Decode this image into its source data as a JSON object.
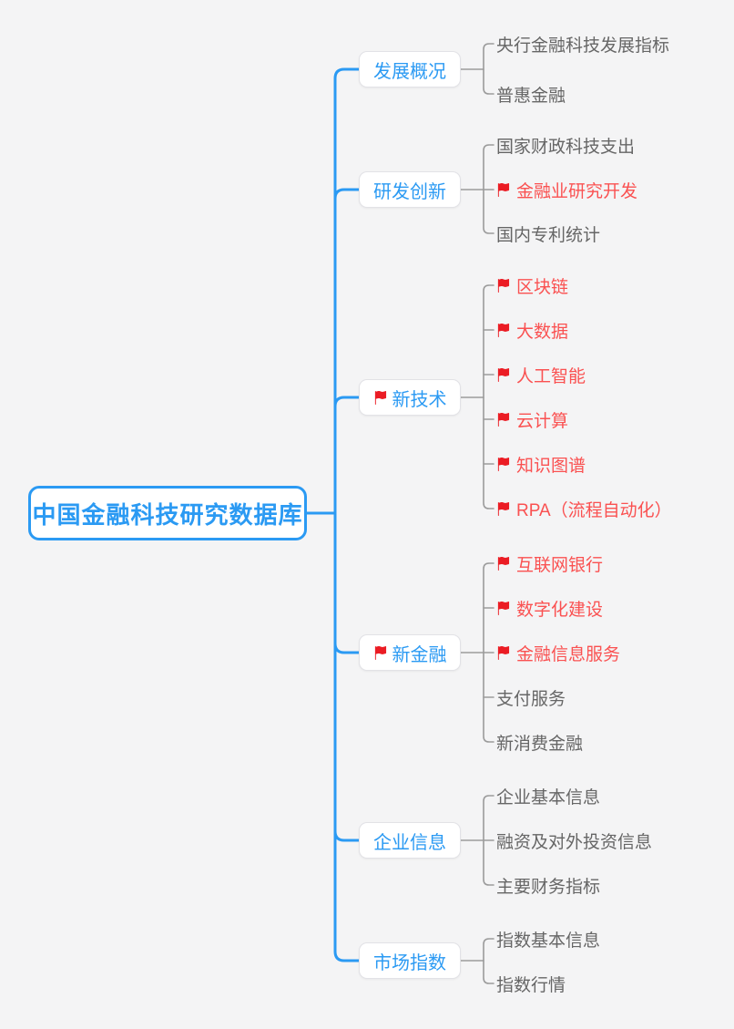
{
  "colors": {
    "background": "#f4f4f5",
    "accent_blue": "#2b9af3",
    "connector_gray": "#9b9b9b",
    "leaf_text_gray": "#666666",
    "flagged_text_red": "#fa5151",
    "flag_icon_red": "#eb1c24",
    "node_fill": "#ffffff",
    "node_border": "#e2e2e6"
  },
  "root": {
    "label": "中国金融科技研究数据库"
  },
  "branches": [
    {
      "label": "发展概况",
      "flagged": false,
      "children": [
        {
          "label": "央行金融科技发展指标",
          "flagged": false
        },
        {
          "label": "普惠金融",
          "flagged": false
        }
      ]
    },
    {
      "label": "研发创新",
      "flagged": false,
      "children": [
        {
          "label": "国家财政科技支出",
          "flagged": false
        },
        {
          "label": "金融业研究开发",
          "flagged": true
        },
        {
          "label": "国内专利统计",
          "flagged": false
        }
      ]
    },
    {
      "label": "新技术",
      "flagged": true,
      "children": [
        {
          "label": "区块链",
          "flagged": true
        },
        {
          "label": "大数据",
          "flagged": true
        },
        {
          "label": "人工智能",
          "flagged": true
        },
        {
          "label": "云计算",
          "flagged": true
        },
        {
          "label": "知识图谱",
          "flagged": true
        },
        {
          "label": "RPA（流程自动化）",
          "flagged": true
        }
      ]
    },
    {
      "label": "新金融",
      "flagged": true,
      "children": [
        {
          "label": "互联网银行",
          "flagged": true
        },
        {
          "label": "数字化建设",
          "flagged": true
        },
        {
          "label": "金融信息服务",
          "flagged": true
        },
        {
          "label": "支付服务",
          "flagged": false
        },
        {
          "label": "新消费金融",
          "flagged": false
        }
      ]
    },
    {
      "label": "企业信息",
      "flagged": false,
      "children": [
        {
          "label": "企业基本信息",
          "flagged": false
        },
        {
          "label": "融资及对外投资信息",
          "flagged": false
        },
        {
          "label": "主要财务指标",
          "flagged": false
        }
      ]
    },
    {
      "label": "市场指数",
      "flagged": false,
      "children": [
        {
          "label": "指数基本信息",
          "flagged": false
        },
        {
          "label": "指数行情",
          "flagged": false
        }
      ]
    }
  ]
}
